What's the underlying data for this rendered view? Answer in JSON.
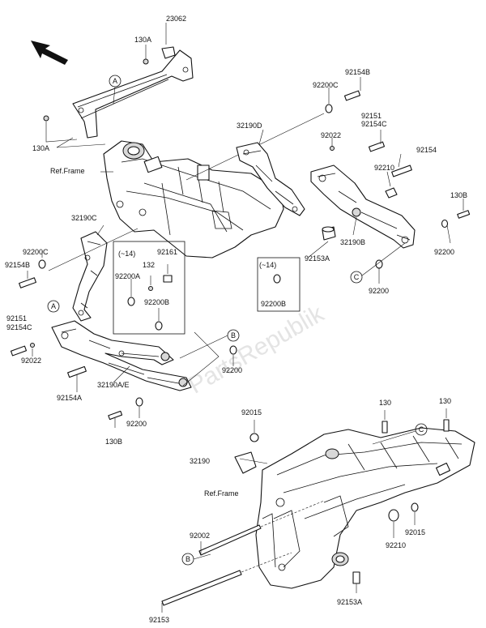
{
  "watermark": "PartsRepublik",
  "part_labels": {
    "p23062": "23062",
    "p130A_top": "130A",
    "p130A_left": "130A",
    "p92154B_top": "92154B",
    "p92200C_top": "92200C",
    "p32190D": "32190D",
    "p92151_right": "92151",
    "p92154C_right": "92154C",
    "p92022_right": "92022",
    "p92154_right": "92154",
    "p92210_top": "92210",
    "p130B_right": "130B",
    "ref_frame_top": "Ref.Frame",
    "p32190C": "32190C",
    "p32190B": "32190B",
    "p92200_right": "92200",
    "p92200C_left": "92200C",
    "p92154B_left": "92154B",
    "p92153A_mid": "92153A",
    "p92200_mid": "92200",
    "inset1_note": "(~14)",
    "inset1_92161": "92161",
    "inset1_132": "132",
    "inset1_92200A": "92200A",
    "inset1_92200B": "92200B",
    "inset2_note": "(~14)",
    "inset2_92200B": "92200B",
    "p92151_left": "92151",
    "p92154C_left": "92154C",
    "p92022_left": "92022",
    "p32190AE": "32190A/E",
    "p92200_lowmid": "92200",
    "p92154A": "92154A",
    "p92200_low": "92200",
    "p130B_left": "130B",
    "p92015_top": "92015",
    "p130_a": "130",
    "p130_b": "130",
    "p32190": "32190",
    "ref_frame_bottom": "Ref.Frame",
    "p92002": "92002",
    "p92210_bottom": "92210",
    "p92015_bottom": "92015",
    "p92153": "92153",
    "p92153A_bottom": "92153A"
  },
  "callouts": {
    "A_top": "A",
    "A_left": "A",
    "B_mid": "B",
    "B_bottom": "B",
    "C_right": "C",
    "C_bottom": "C"
  },
  "arrow_icon": "direction-arrow-icon"
}
